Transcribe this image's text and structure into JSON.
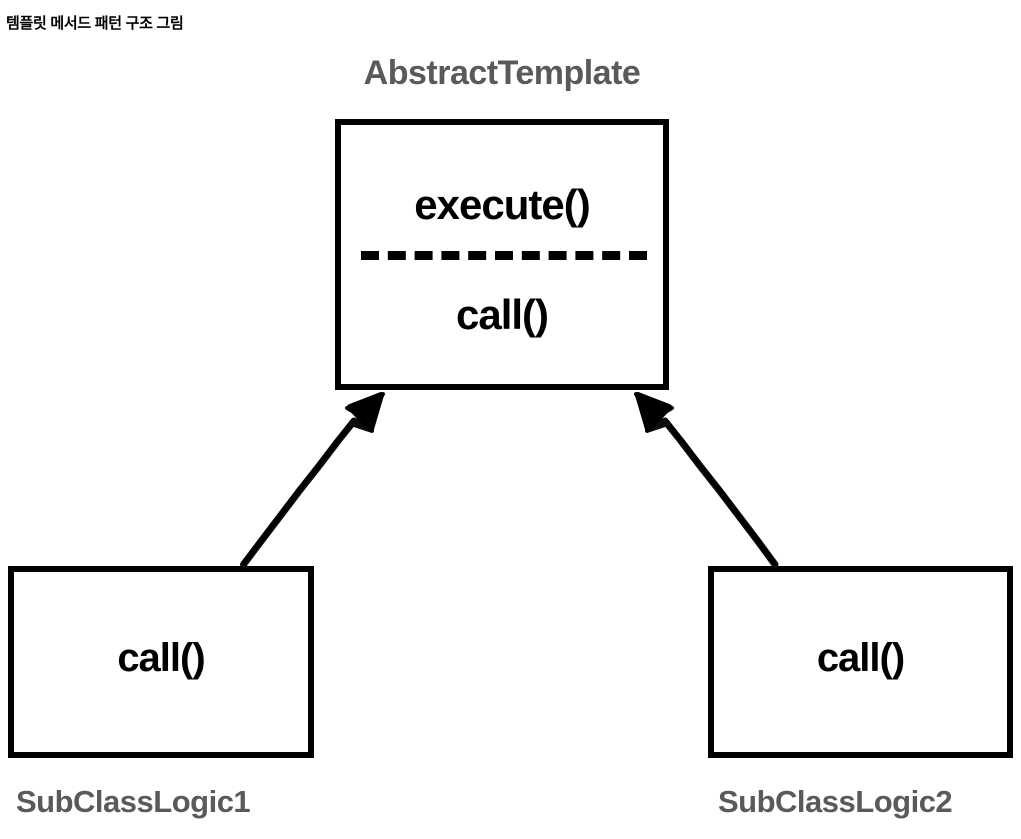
{
  "caption": {
    "text": "템플릿 메서드 패턴 구조 그림"
  },
  "colors": {
    "background": "#ffffff",
    "box_border": "#000000",
    "member_text": "#000000",
    "class_label": "#5a5a5a",
    "arrow": "#000000",
    "caption_text": "#000000"
  },
  "diagram": {
    "type": "uml-class-diagram",
    "title": "템플릿 메서드 패턴 구조 그림",
    "classes": [
      {
        "id": "abstract-template",
        "name": "AbstractTemplate",
        "label_position": "above",
        "members": [
          {
            "name": "execute()",
            "section": "template-method"
          },
          {
            "name": "call()",
            "section": "hook-method"
          }
        ],
        "separator": "dashed"
      },
      {
        "id": "sub-class-logic-1",
        "name": "SubClassLogic1",
        "label_position": "below",
        "members": [
          {
            "name": "call()",
            "section": "implementation"
          }
        ],
        "separator": "none"
      },
      {
        "id": "sub-class-logic-2",
        "name": "SubClassLogic2",
        "label_position": "below",
        "members": [
          {
            "name": "call()",
            "section": "implementation"
          }
        ],
        "separator": "none"
      }
    ],
    "relations": [
      {
        "id": "inheritance-left",
        "type": "inheritance-arrow",
        "from": "sub-class-logic-1",
        "to": "abstract-template",
        "style": "hand-drawn",
        "arrowhead": "solid-triangle"
      },
      {
        "id": "inheritance-right",
        "type": "inheritance-arrow",
        "from": "sub-class-logic-2",
        "to": "abstract-template",
        "style": "hand-drawn",
        "arrowhead": "solid-triangle"
      }
    ]
  }
}
